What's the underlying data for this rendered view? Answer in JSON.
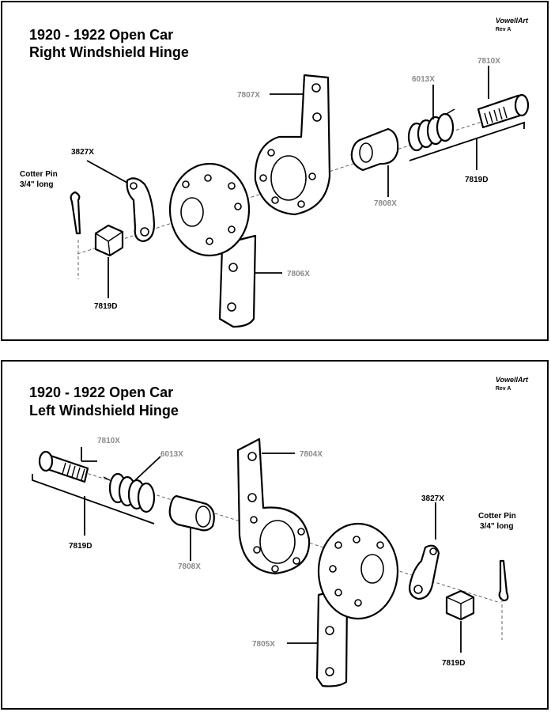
{
  "top": {
    "title_line1": "1920 - 1922 Open Car",
    "title_line2": "Right Windshield Hinge",
    "brand": "VowellArt",
    "revision": "Rev A",
    "labels": {
      "p7807": "7807X",
      "p6013": "6013X",
      "p7810": "7810X",
      "p3827": "3827X",
      "p7819_pin": "7819D",
      "p7808": "7808X",
      "cotter1": "Cotter Pin",
      "cotter2": "3/4\" long",
      "p7806": "7806X",
      "p7819_nut": "7819D"
    }
  },
  "bottom": {
    "title_line1": "1920 - 1922 Open Car",
    "title_line2": "Left Windshield Hinge",
    "brand": "VowellArt",
    "revision": "Rev A",
    "labels": {
      "p7810": "7810X",
      "p6013": "6013X",
      "p7804": "7804X",
      "p7819_pin": "7819D",
      "p7808": "7808X",
      "p3827": "3827X",
      "cotter1": "Cotter Pin",
      "cotter2": "3/4\" long",
      "p7805": "7805X",
      "p7819_nut": "7819D"
    }
  }
}
